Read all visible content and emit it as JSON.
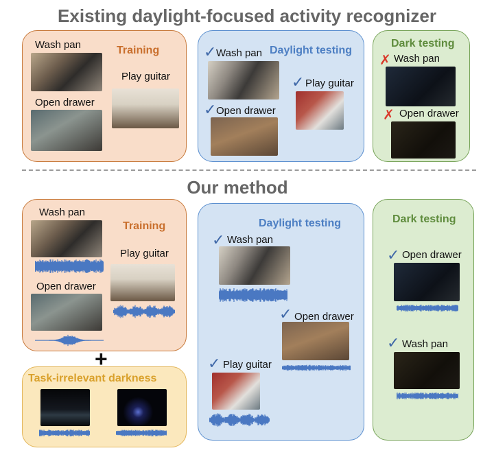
{
  "top": {
    "title": "Existing daylight-focused activity recognizer",
    "training": {
      "title": "Training",
      "wash_pan": "Wash pan",
      "open_drawer": "Open drawer",
      "play_guitar": "Play guitar"
    },
    "daylight": {
      "title": "Daylight testing",
      "wash_pan": "Wash pan",
      "open_drawer": "Open drawer",
      "play_guitar": "Play guitar"
    },
    "dark": {
      "title": "Dark testing",
      "wash_pan": "Wash pan",
      "open_drawer": "Open drawer"
    }
  },
  "bottom": {
    "title": "Our method",
    "training": {
      "title": "Training",
      "wash_pan": "Wash pan",
      "open_drawer": "Open drawer",
      "play_guitar": "Play guitar"
    },
    "extra": {
      "title": "Task-irrelevant darkness"
    },
    "daylight": {
      "title": "Daylight testing",
      "wash_pan": "Wash pan",
      "open_drawer": "Open drawer",
      "play_guitar": "Play guitar"
    },
    "dark": {
      "title": "Dark testing",
      "open_drawer": "Open drawer",
      "wash_pan": "Wash pan"
    }
  },
  "icons": {
    "correct": "check-icon",
    "wrong": "cross-icon",
    "combine": "plus-icon"
  },
  "colors": {
    "training": "#c96f2d",
    "daylight": "#4d7fc3",
    "dark": "#5f8c3d",
    "darkness": "#d9a12c",
    "correct": "#3f68a8",
    "wrong": "#d93a2b"
  }
}
